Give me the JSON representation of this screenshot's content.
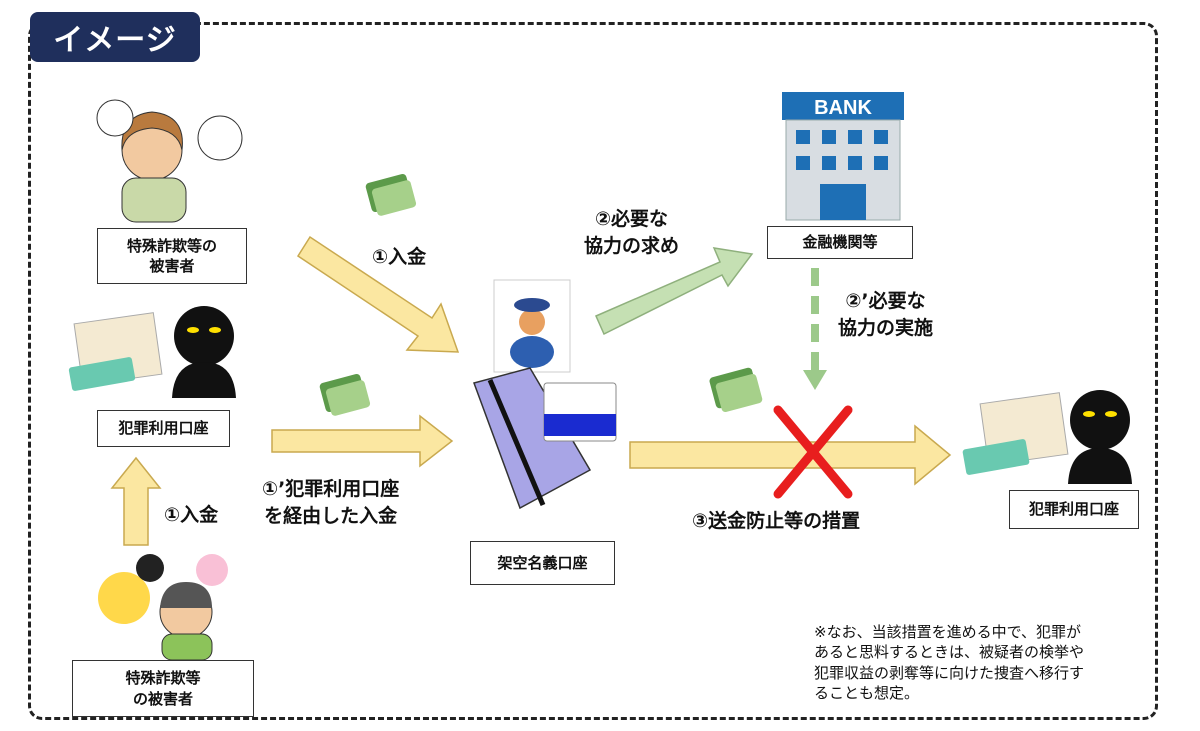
{
  "title": "イメージ",
  "boxes": {
    "victim_top": "特殊詐欺等の\n被害者",
    "criminal_account_left": "犯罪利用口座",
    "victim_bottom": "特殊詐欺等\nの被害者",
    "fictitious_account": "架空名義口座",
    "financial_institution": "金融機関等",
    "criminal_account_right": "犯罪利用口座"
  },
  "labels": {
    "deposit_top": "①入金",
    "request": "②必要な\n協力の求め",
    "implementation": "②’必要な\n協力の実施",
    "via_deposit": "①’犯罪利用口座\nを経由した入金",
    "deposit_bottom": "①入金",
    "prevention": "③送金防止等の措置"
  },
  "bank_sign": "BANK",
  "note": "※なお、当該措置を進める中で、犯罪が\nあると思料するときは、被疑者の検挙や\n犯罪収益の剥奪等に向けた捜査へ移行す\nることも想定。",
  "colors": {
    "title_bg": "#1f2f5c",
    "yellow_arrow": "#fbe7a1",
    "green_arrow": "#c5e0b3",
    "cross": "#e81e1e",
    "bank": "#1e6fb5"
  }
}
